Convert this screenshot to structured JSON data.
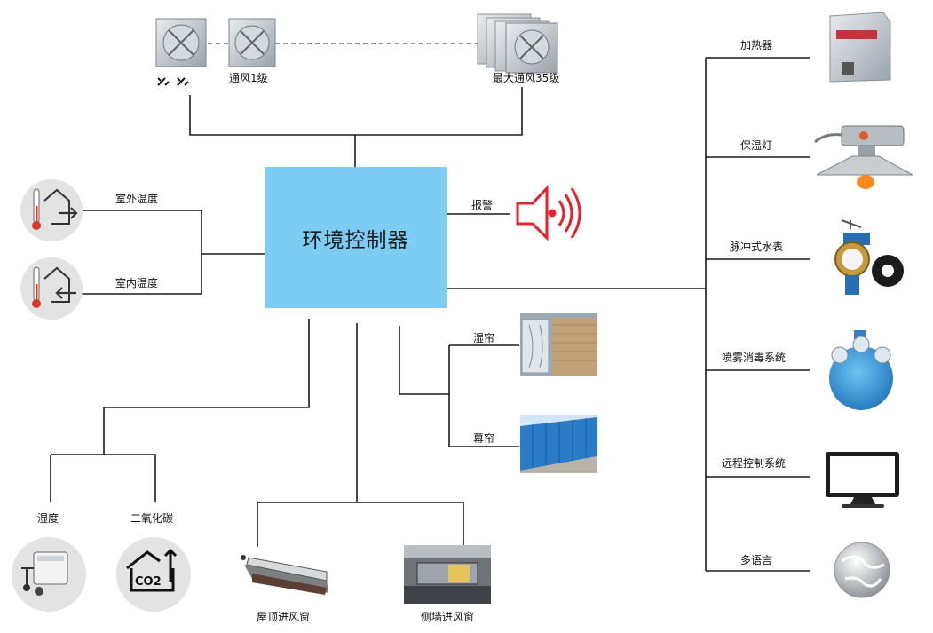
{
  "controller": {
    "label": "环境控制器"
  },
  "ventilation": {
    "level1": "通风1级",
    "max": "最大通风35级"
  },
  "inputs": {
    "outdoor_temp": "室外温度",
    "indoor_temp": "室内温度"
  },
  "alarm": {
    "label": "报警"
  },
  "curtains": {
    "wet": "湿帘",
    "screen": "幕帘"
  },
  "sensors": {
    "humidity": "湿度",
    "co2": "二氧化碳",
    "co2_icon_text": "CO2"
  },
  "windows": {
    "roof": "屋顶进风窗",
    "side": "侧墙进风窗"
  },
  "outputs": {
    "heater": "加热器",
    "heat_lamp": "保温灯",
    "pulse_meter": "脉冲式水表",
    "spray": "喷雾消毒系统",
    "remote": "远程控制系统",
    "language": "多语言"
  },
  "colors": {
    "controller_bg": "#7cccf3",
    "line": "#1a1a1a",
    "alarm_red": "#e5232e"
  }
}
